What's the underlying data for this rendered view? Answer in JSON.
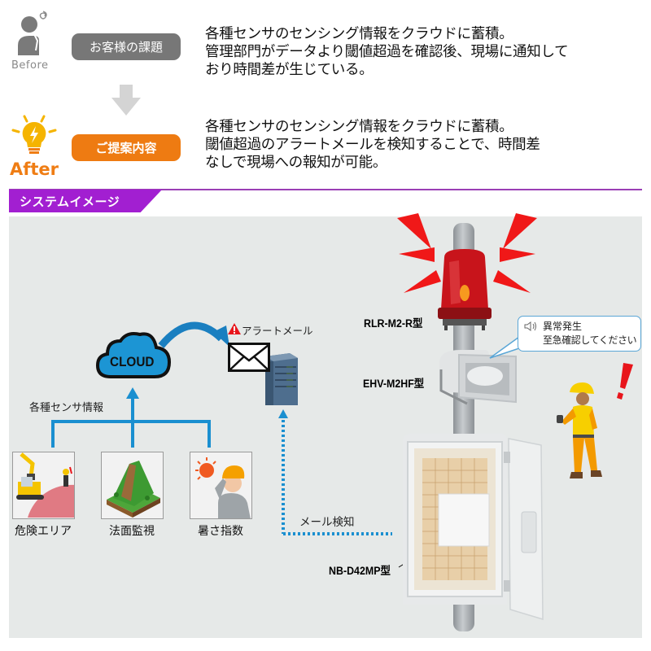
{
  "comparison": {
    "before": {
      "label": "Before",
      "pill_label": "お客様の課題",
      "description_lines": [
        "各種センサのセンシング情報をクラウドに蓄積。",
        "管理部門がデータより閾値超過を確認後、現場に通知して",
        "おり時間差が生じている。"
      ]
    },
    "after": {
      "label": "After",
      "pill_label": "ご提案内容",
      "description_lines": [
        "各種センサのセンシング情報をクラウドに蓄積。",
        "閾値超過のアラートメールを検知することで、時間差",
        "なしで現場への報知が可能。"
      ]
    }
  },
  "section": {
    "title": "システムイメージ"
  },
  "diagram": {
    "cloud_label": "CLOUD",
    "alert_mail_label": "アラートメール",
    "sensor_info_label": "各種センサ情報",
    "mail_detection_label": "メール検知",
    "sensors": [
      {
        "label": "危険エリア",
        "icon": "excavator-danger-area-icon"
      },
      {
        "label": "法面監視",
        "icon": "slope-monitoring-icon"
      },
      {
        "label": "暑さ指数",
        "icon": "heat-index-worker-icon"
      }
    ],
    "devices": {
      "beacon": {
        "model": "RLR-M2-R型"
      },
      "speaker": {
        "model": "EHV-M2HF型"
      },
      "controller": {
        "model": "NB-D42MP型"
      }
    },
    "announcement": {
      "line1": "異常発生",
      "line2": "至急確認してください"
    }
  },
  "colors": {
    "accent_orange": "#ee7b12",
    "before_gray": "#777777",
    "section_purple": "#a21fd1",
    "flow_blue": "#1a8fd0",
    "alert_red": "#e8151b",
    "panel_bg": "#e6e9e8"
  }
}
